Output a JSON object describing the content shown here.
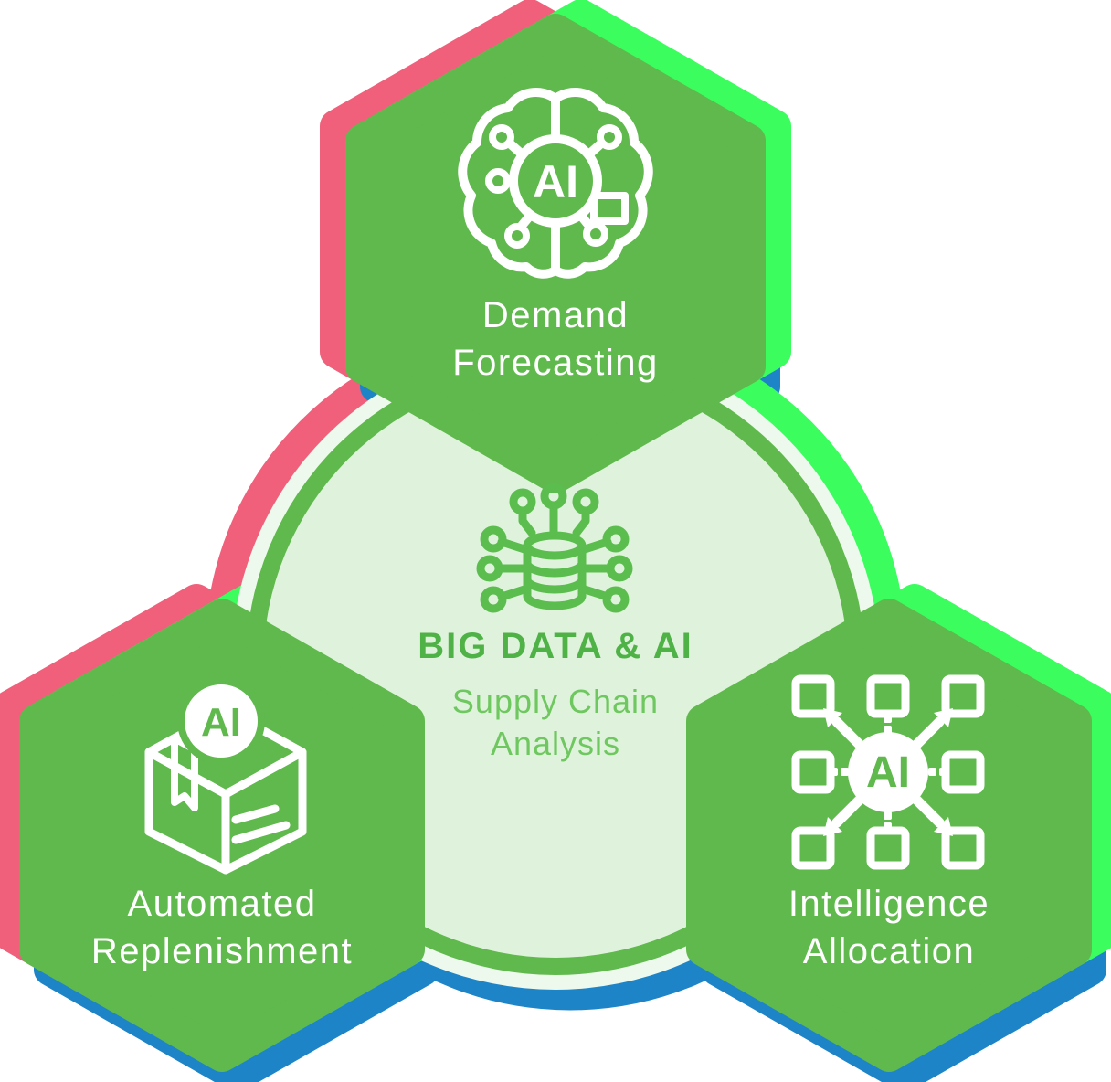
{
  "center": {
    "heading": "BIG DATA & AI",
    "subheading_line1": "Supply Chain",
    "subheading_line2": "Analysis",
    "icon": "big-data-database-icon"
  },
  "nodes": {
    "top": {
      "label_line1": "Demand",
      "label_line2": "Forecasting",
      "icon": "ai-brain-icon",
      "badge": "AI"
    },
    "bottom_left": {
      "label_line1": "Automated",
      "label_line2": "Replenishment",
      "icon": "ai-package-icon",
      "badge": "AI"
    },
    "bottom_right": {
      "label_line1": "Intelligence",
      "label_line2": "Allocation",
      "icon": "ai-allocation-icon",
      "badge": "AI"
    }
  },
  "colors": {
    "hexagon_green": "#5fb94c",
    "shadow_pink": "#f0607b",
    "shadow_neon_green": "#3bfd5e",
    "shadow_blue": "#1e84c8",
    "circle_fill": "#dff3dc",
    "circle_outer_band": "#edf9ec",
    "heading_green": "#4fb246",
    "subheading_green": "#6ec75f",
    "icon_white": "#ffffff"
  }
}
